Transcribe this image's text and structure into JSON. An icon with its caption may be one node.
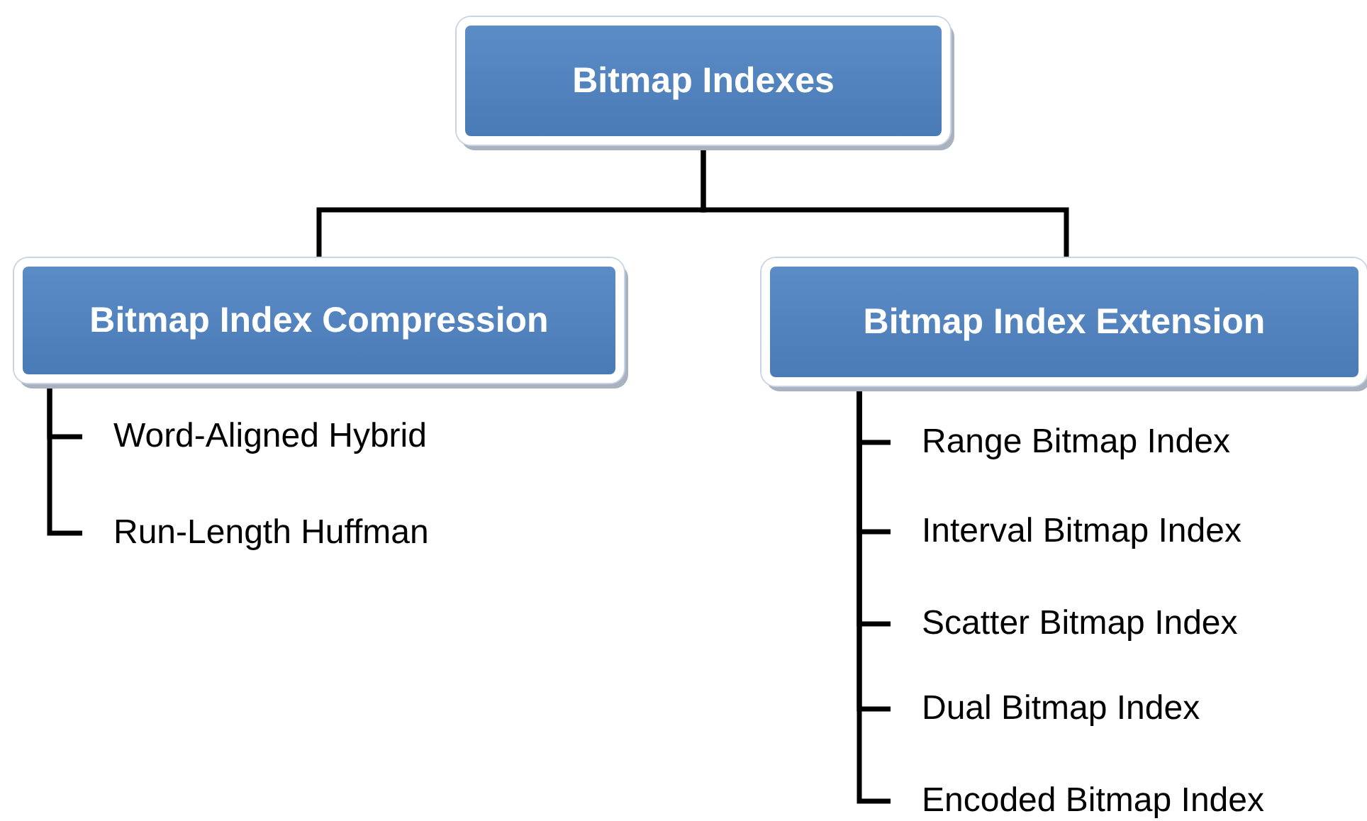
{
  "diagram": {
    "nodes": [
      {
        "text": [
          "Bitmap Indexes"
        ]
      },
      {
        "text": [
          "Bitmap Index Compression"
        ]
      },
      {
        "text": [
          "Bitmap Index Extension"
        ]
      },
      {
        "text": [
          "Word-Aligned Hybrid"
        ]
      },
      {
        "text": [
          "Run-Length Huffman"
        ]
      },
      {
        "text": [
          "Range Bitmap Index"
        ]
      },
      {
        "text": [
          "Interval Bitmap Index"
        ]
      },
      {
        "text": [
          "Scatter Bitmap Index"
        ]
      },
      {
        "text": [
          "Dual Bitmap Index"
        ]
      },
      {
        "text": [
          "Encoded Bitmap Index"
        ]
      }
    ],
    "edges": [
      {
        "from": 0,
        "to": 1,
        "arrow": "none"
      },
      {
        "from": 0,
        "to": 2,
        "arrow": "none"
      },
      {
        "from": 1,
        "to": 3,
        "arrow": "none"
      },
      {
        "from": 1,
        "to": 4,
        "arrow": "none"
      },
      {
        "from": 2,
        "to": 5,
        "arrow": "none"
      },
      {
        "from": 2,
        "to": 6,
        "arrow": "none"
      },
      {
        "from": 2,
        "to": 7,
        "arrow": "none"
      },
      {
        "from": 2,
        "to": 8,
        "arrow": "none"
      },
      {
        "from": 2,
        "to": 9,
        "arrow": "none"
      }
    ]
  }
}
